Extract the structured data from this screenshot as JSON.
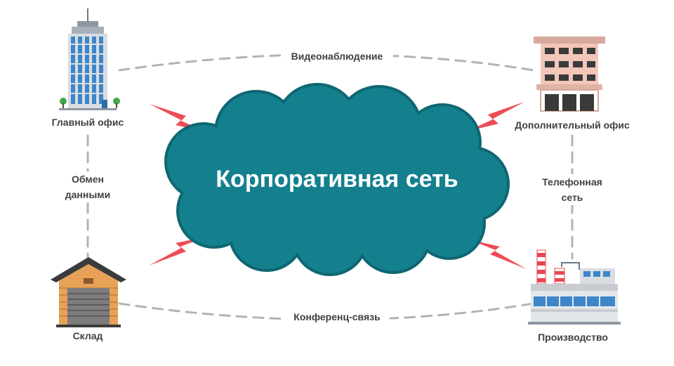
{
  "center": {
    "title": "Корпоративная сеть"
  },
  "nodes": {
    "main_office": "Главный офис",
    "extra_office": "Дополнительный офис",
    "warehouse": "Склад",
    "production": "Производство"
  },
  "connections": {
    "top": "Видеонаблюдение",
    "bottom": "Конференц-связь",
    "left_line1": "Обмен",
    "left_line2": "данными",
    "right_line1": "Телефонная",
    "right_line2": "сеть"
  },
  "colors": {
    "cloud": "#14808e",
    "cloud_outline": "#0f6673",
    "lightning": "#ee4c55",
    "dashes": "#b3b3b3"
  }
}
